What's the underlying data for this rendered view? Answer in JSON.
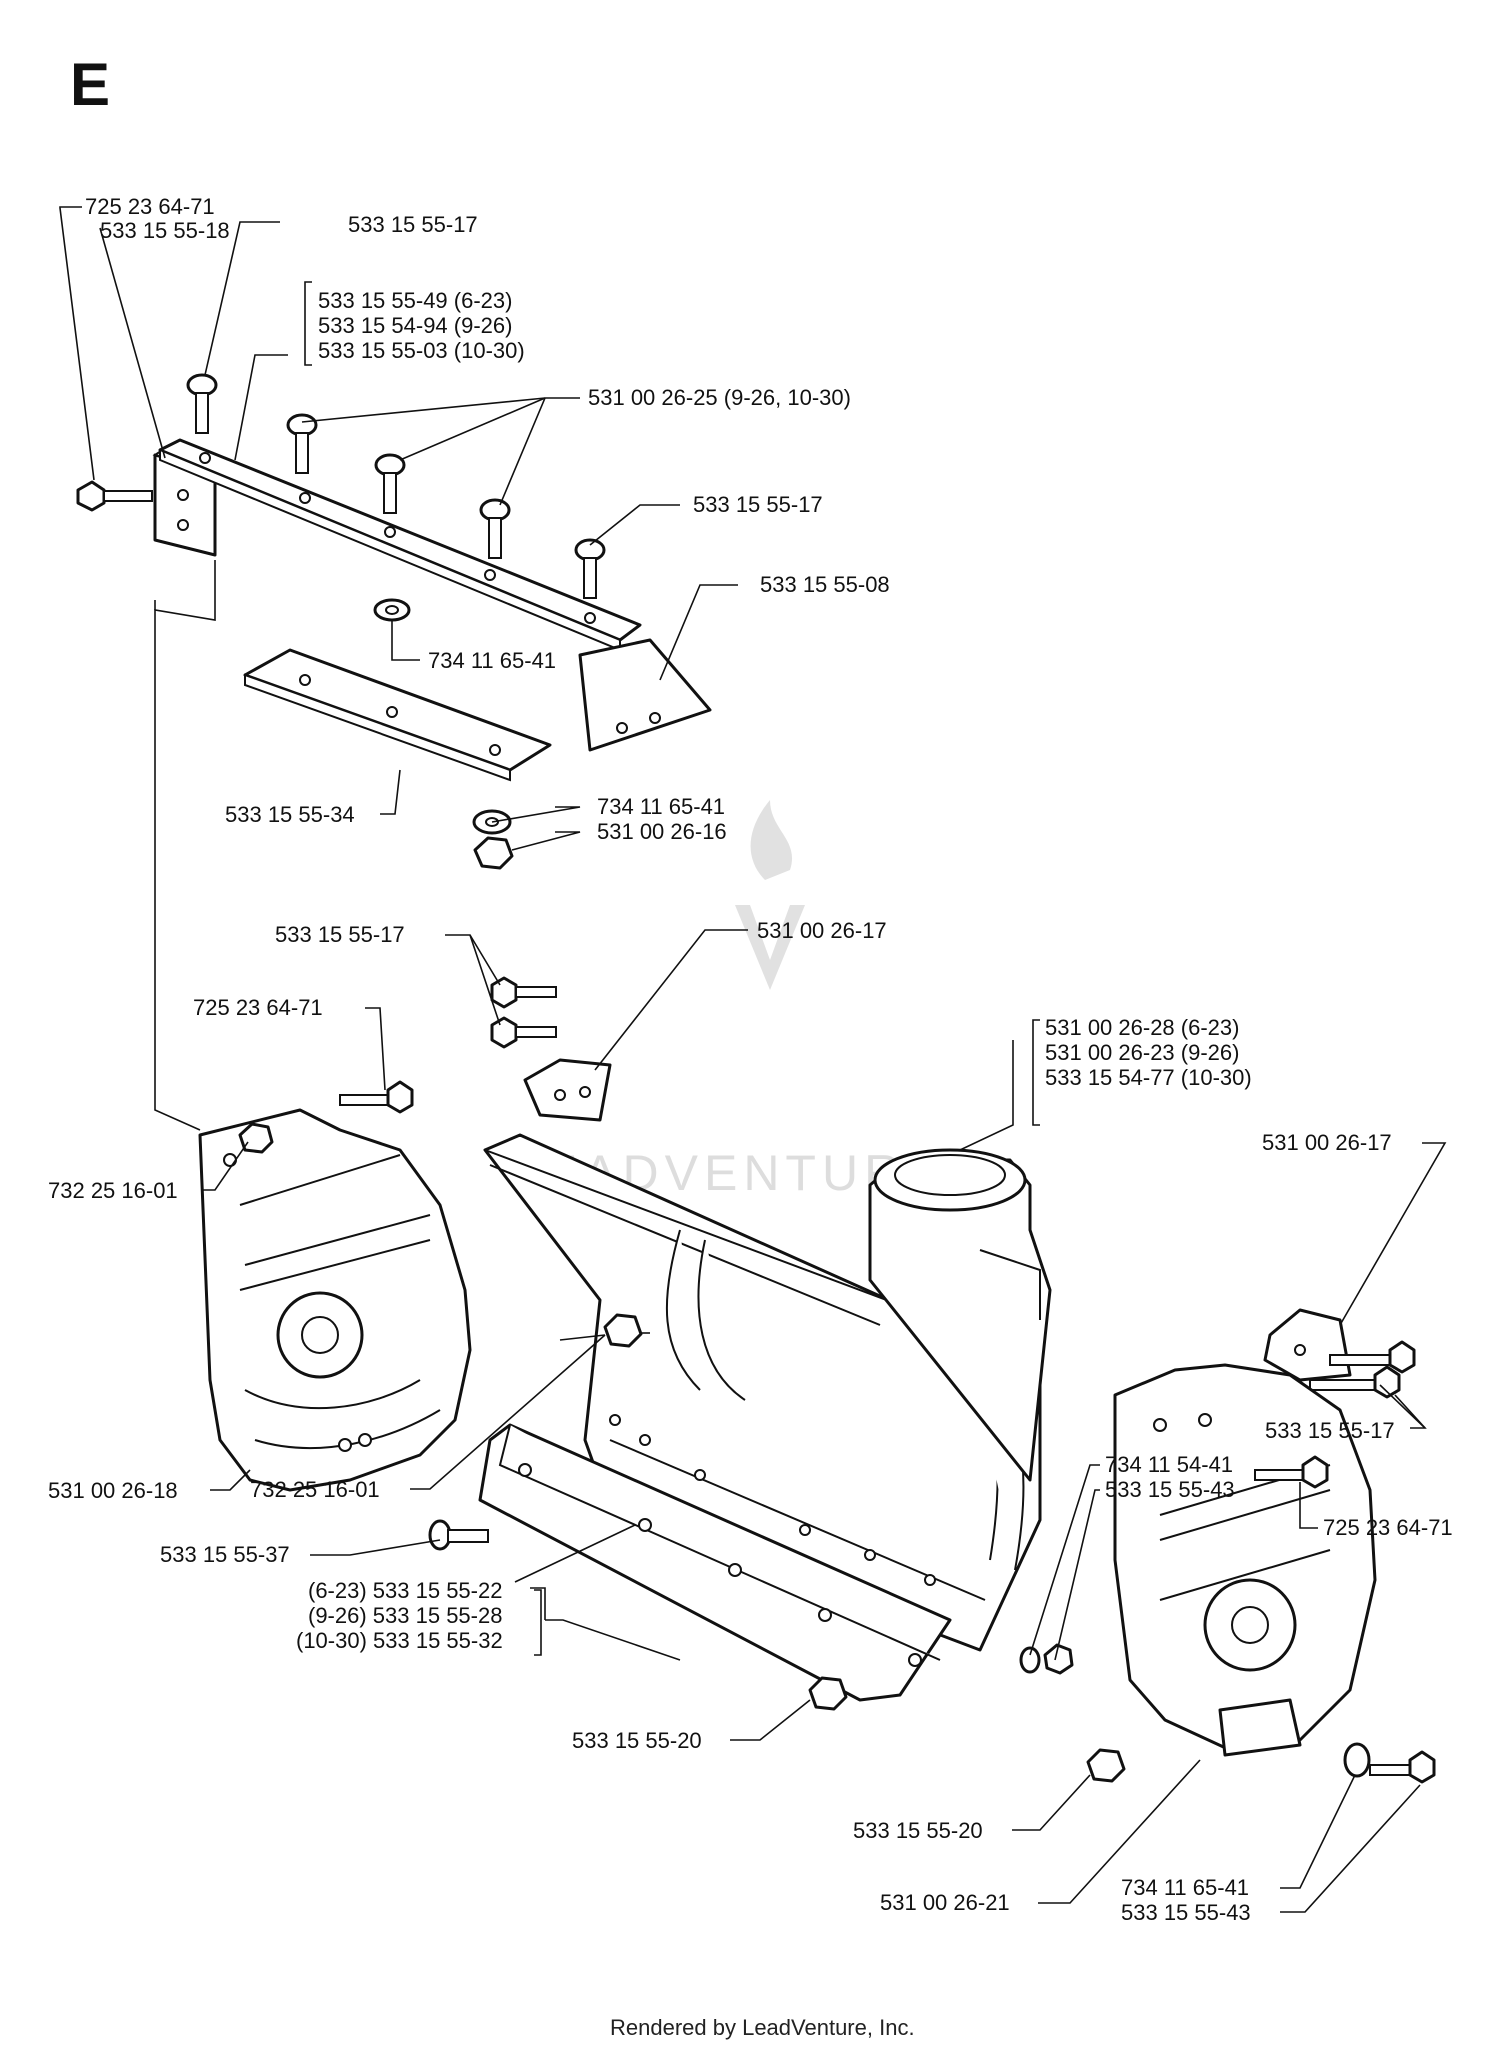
{
  "page": {
    "section_letter": "E",
    "watermark": "LEADVENTURE",
    "footer": "Rendered by LeadVenture, Inc."
  },
  "labels": [
    "725 23 64-71",
    "533 15 55-18",
    "533 15 55-17",
    "533 15 55-49 (6-23)",
    "533 15 54-94 (9-26)",
    "533 15 55-03 (10-30)",
    "531 00 26-25 (9-26, 10-30)",
    "533 15 55-17",
    "533 15 55-08",
    "734 11 65-41",
    "533 15 55-34",
    "734 11 65-41",
    "531 00 26-16",
    "533 15 55-17",
    "531 00 26-17",
    "725 23 64-71",
    "531 00 26-28 (6-23)",
    "531 00 26-23 (9-26)",
    "533 15 54-77 (10-30)",
    "531 00 26-17",
    "732 25 16-01",
    "533 15 55-17",
    "734 11 54-41",
    "533 15 55-43",
    "531 00 26-18",
    "732 25 16-01",
    "725 23 64-71",
    "533 15 55-37",
    "(6-23) 533 15 55-22",
    "(9-26) 533 15 55-28",
    "(10-30) 533 15 55-32",
    "533 15 55-20",
    "533 15 55-20",
    "531 00 26-21",
    "734 11 65-41",
    "533 15 55-43"
  ]
}
